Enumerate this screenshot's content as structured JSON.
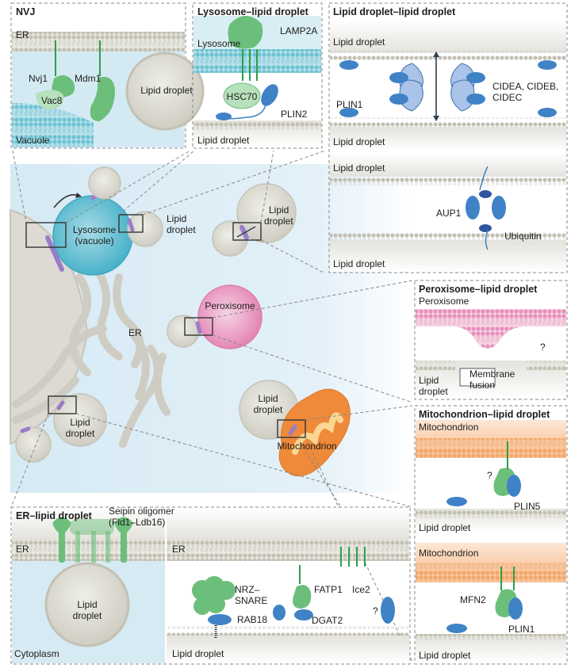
{
  "figure": {
    "panels": {
      "nvj": {
        "title": "NVJ",
        "labels": {
          "er": "ER",
          "vacuole": "Vacuole",
          "lipid_droplet": "Lipid droplet",
          "nvj1": "Nvj1",
          "vac8": "Vac8",
          "mdm1": "Mdm1"
        }
      },
      "lysosome_ld": {
        "title": "Lysosome–lipid droplet",
        "labels": {
          "lysosome": "Lysosome",
          "lamp2a": "LAMP2A",
          "hsc70": "HSC70",
          "plin2": "PLIN2",
          "lipid_droplet": "Lipid droplet"
        }
      },
      "ld_ld": {
        "title": "Lipid droplet–lipid droplet",
        "labels": {
          "ld_top": "Lipid droplet",
          "ld_bottom": "Lipid droplet",
          "plin1": "PLIN1",
          "cide": "CIDEA, CIDEB,",
          "cide2": "CIDEC",
          "ld_top2": "Lipid droplet",
          "ld_bottom2": "Lipid droplet",
          "aup1": "AUP1",
          "ubiquitin": "Ubiquitin"
        }
      },
      "perox_ld": {
        "title": "Peroxisome–lipid droplet",
        "labels": {
          "peroxisome": "Peroxisome",
          "question": "?",
          "membrane_fusion_1": "Membrane",
          "membrane_fusion_2": "fusion",
          "ld_1": "Lipid",
          "ld_2": "droplet"
        }
      },
      "mito_ld": {
        "title": "Mitochondrion–lipid droplet",
        "labels": {
          "mito_top": "Mitochondrion",
          "question": "?",
          "plin5": "PLIN5",
          "ld_mid": "Lipid droplet",
          "mito_bottom": "Mitochondrion",
          "mfn2": "MFN2",
          "plin1": "PLIN1",
          "ld_bottom": "Lipid droplet"
        }
      },
      "er_ld": {
        "title": "ER–lipid droplet",
        "labels": {
          "seipin_1": "Seipin oligomer",
          "seipin_2": "(Fld1–Ldb16)",
          "er": "ER",
          "ld_1": "Lipid",
          "ld_2": "droplet",
          "cytoplasm": "Cytoplasm",
          "er_right": "ER",
          "nrz_1": "NRZ–",
          "nrz_2": "SNARE",
          "rab18": "RAB18",
          "fatp1": "FATP1",
          "dgat2": "DGAT2",
          "ice2": "Ice2",
          "question": "?",
          "ld_right": "Lipid droplet"
        }
      }
    },
    "cell": {
      "labels": {
        "lysosome_1": "Lysosome",
        "lysosome_2": "(vacuole)",
        "ld_a_1": "Lipid",
        "ld_a_2": "droplet",
        "ld_b_1": "Lipid",
        "ld_b_2": "droplet",
        "peroxisome": "Peroxisome",
        "er": "ER",
        "ld_c_1": "Lipid",
        "ld_c_2": "droplet",
        "ld_d_1": "Lipid",
        "ld_d_2": "droplet",
        "mitochondrion": "Mitochondrion"
      }
    },
    "colors": {
      "membrane": "#c9c7bb",
      "cytoplasm": "#dcedf6",
      "lysosome": "#5fbdd0",
      "peroxisome": "#e98fbd",
      "mitochondrion": "#ee8a3a",
      "protein_green": "#6cbf7b",
      "protein_blue": "#3f82c6",
      "contact_purple": "#9b7cc9"
    }
  }
}
